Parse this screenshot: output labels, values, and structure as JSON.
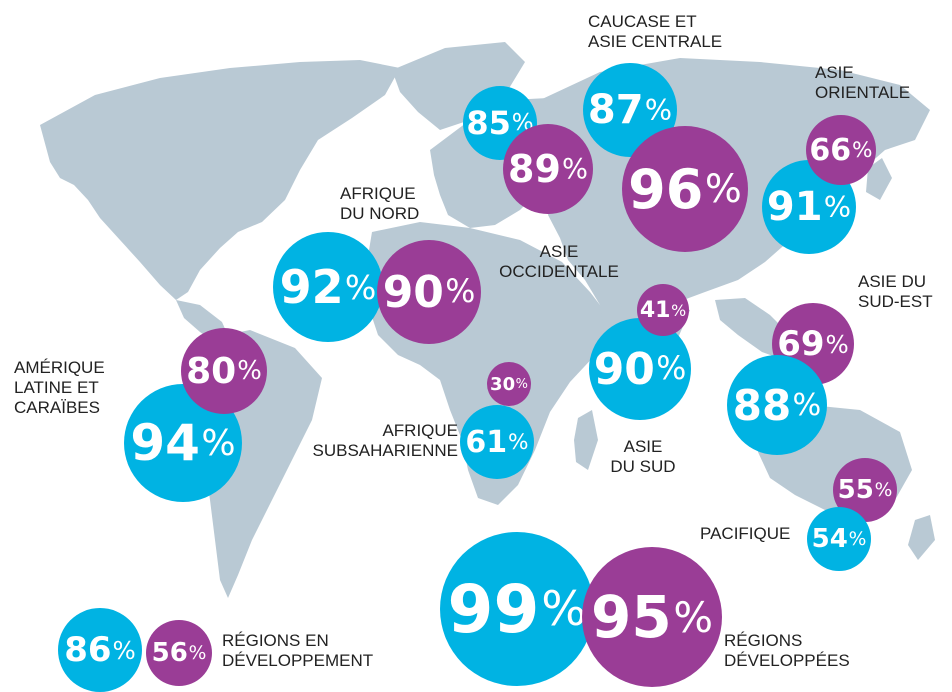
{
  "colors": {
    "cyan": "#00b3e3",
    "purple": "#9a3d96",
    "land": "#b9c9d4",
    "text": "#222222"
  },
  "regions": [
    {
      "id": "caucase",
      "label": "CAUCASE ET\nASIE CENTRALE"
    },
    {
      "id": "asie-orientale",
      "label": "ASIE\nORIENTALE"
    },
    {
      "id": "afrique-nord",
      "label": "AFRIQUE\nDU NORD"
    },
    {
      "id": "asie-occidentale",
      "label": "ASIE\nOCCIDENTALE"
    },
    {
      "id": "asie-sud-est",
      "label": "ASIE DU\nSUD-EST"
    },
    {
      "id": "amerique-latine",
      "label": "AMÉRIQUE\nLATINE ET\nCARAÏBES"
    },
    {
      "id": "afrique-subsaharienne",
      "label": "AFRIQUE\nSUBSAHARIENNE"
    },
    {
      "id": "asie-sud",
      "label": "ASIE\nDU SUD"
    },
    {
      "id": "pacifique",
      "label": "PACIFIQUE"
    },
    {
      "id": "regions-developpement",
      "label": "RÉGIONS EN\nDÉVELOPPEMENT"
    },
    {
      "id": "regions-developpees",
      "label": "RÉGIONS\nDÉVELOPPÉES"
    }
  ],
  "values": {
    "europe": {
      "cyan": "85",
      "purple": "89"
    },
    "caucase": {
      "cyan": "87",
      "purple": "96"
    },
    "asie-orientale": {
      "cyan": "91",
      "purple": "66"
    },
    "afrique-nord": {
      "cyan": "92",
      "purple": "90"
    },
    "asie-sud-est": {
      "cyan": "88",
      "purple": "69"
    },
    "amerique-latine": {
      "cyan": "94",
      "purple": "80"
    },
    "afrique-subsaharienne": {
      "cyan": "61",
      "purple": "30"
    },
    "asie-sud": {
      "cyan": "90",
      "purple": "41"
    },
    "pacifique": {
      "cyan": "54",
      "purple": "55"
    },
    "regions-developpement": {
      "cyan": "86",
      "purple": "56"
    },
    "regions-developpees": {
      "cyan": "99",
      "purple": "95"
    }
  },
  "percent_sign": "%"
}
